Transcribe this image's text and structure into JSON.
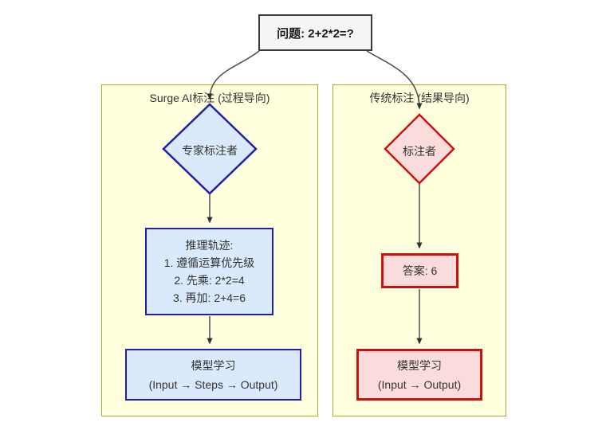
{
  "diagram": {
    "question": "问题: 2+2*2=?",
    "left": {
      "title": "Surge AI标注 (过程导向)",
      "annotator": "专家标注者",
      "reasoning_lines": [
        "推理轨迹:",
        "1. 遵循运算优先级",
        "2. 先乘: 2*2=4",
        "3. 再加: 2+4=6"
      ],
      "model_lines": [
        "模型学习",
        "(Input → Steps → Output)"
      ]
    },
    "right": {
      "title": "传统标注 (结果导向)",
      "annotator": "标注者",
      "answer": "答案: 6",
      "model_lines": [
        "模型学习",
        "(Input → Output)"
      ]
    },
    "colors": {
      "process_fill": "#dbe9fc",
      "process_border": "#2020a6",
      "result_fill": "#fbdcdc",
      "result_border": "#cc1111",
      "panel_fill": "#ffffde",
      "panel_border": "#aaaa33",
      "question_fill": "#f5f5f5",
      "question_border": "#3b3b3b",
      "edge": "#4d4d4d"
    }
  }
}
